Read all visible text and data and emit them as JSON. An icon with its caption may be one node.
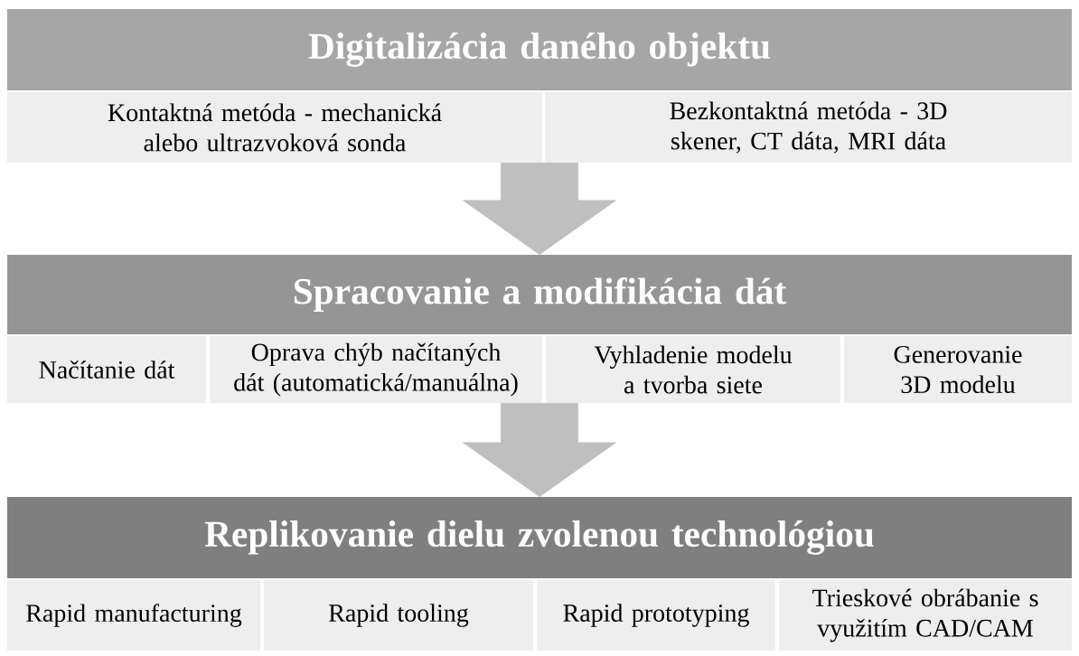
{
  "diagram": {
    "nodes": [
      {
        "text": [
          "Digitalizácia daného objektu"
        ]
      },
      {
        "text": [
          "Kontaktná metóda - mechanická alebo ultrazvoková sonda"
        ]
      },
      {
        "text": [
          "Bezkontaktná metóda - 3D skener, CT dáta, MRI dáta"
        ]
      },
      {
        "text": [
          "Spracovanie a modifikácia dát"
        ]
      },
      {
        "text": [
          "Načítanie dát"
        ]
      },
      {
        "text": [
          "Oprava chýb načítaných dát (automatická/manuálna)"
        ]
      },
      {
        "text": [
          "Vyhladenie modelu a tvorba siete"
        ]
      },
      {
        "text": [
          "Generovanie 3D modelu"
        ]
      },
      {
        "text": [
          "Replikovanie dielu zvolenou technológiou"
        ]
      },
      {
        "text": [
          "Rapid manufacturing"
        ]
      },
      {
        "text": [
          "Rapid tooling"
        ]
      },
      {
        "text": [
          "Rapid prototyping"
        ]
      },
      {
        "text": [
          "Trieskové obrábanie s využitím CAD/CAM"
        ]
      }
    ],
    "edges": [
      {
        "from": 1,
        "to": 3,
        "arrow": "to"
      },
      {
        "from": 5,
        "to": 8,
        "arrow": "to"
      }
    ]
  }
}
